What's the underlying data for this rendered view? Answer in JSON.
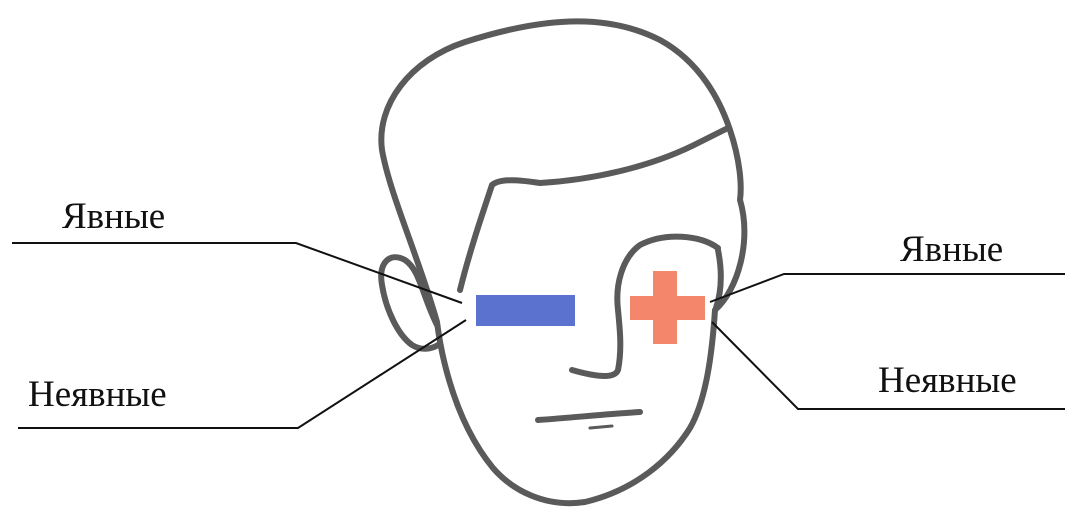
{
  "labels": {
    "left_top": "Явные",
    "left_bottom": "Неявные",
    "right_top": "Явные",
    "right_bottom": "Неявные"
  },
  "colors": {
    "minus_sign": "#5b73cf",
    "plus_sign": "#f4876b",
    "face_outline": "#5a5a5a",
    "leader_lines": "#111111"
  },
  "icons": {
    "left_eye": "minus-sign-icon",
    "right_eye": "plus-sign-icon"
  }
}
